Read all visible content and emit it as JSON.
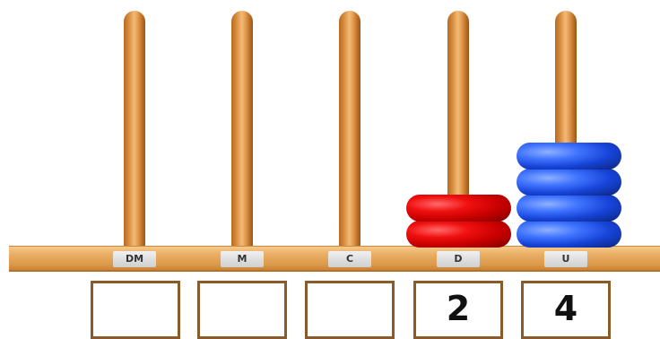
{
  "abacus": {
    "rods": [
      {
        "label": "DM",
        "beads": 0
      },
      {
        "label": "M",
        "beads": 0
      },
      {
        "label": "C",
        "beads": 0
      },
      {
        "label": "D",
        "beads": 2,
        "bead_color": "#e00000"
      },
      {
        "label": "U",
        "beads": 4,
        "bead_color": "#1a4fe0"
      }
    ],
    "answer_boxes": [
      "",
      "",
      "",
      "2",
      "4"
    ]
  }
}
